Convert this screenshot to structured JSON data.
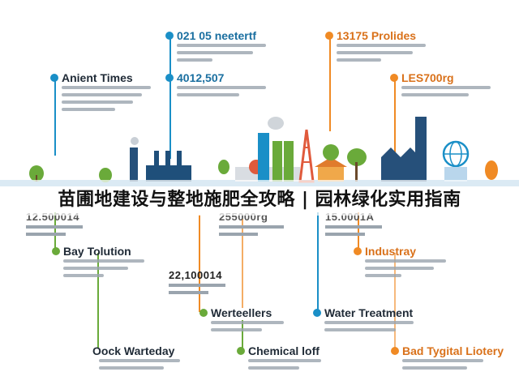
{
  "banner": {
    "title": "苗圃地建设与整地施肥全攻略 | 园林绿化实用指南"
  },
  "colors": {
    "blue": "#1a8fc7",
    "orange": "#f08a24",
    "green": "#6aaa3a",
    "navy": "#26507a"
  },
  "timeline": {
    "top_left": {
      "title": "Anient Times"
    },
    "top_center_1": {
      "title": "021 05 neetertf"
    },
    "top_center_2": {
      "title": "4012,507"
    },
    "top_right_1": {
      "title": "13175 Prolides"
    },
    "top_right_2": {
      "title": "LES700rg"
    },
    "mid_left_num": "12.500014",
    "mid_center_num": "255000rg",
    "mid_right_num": "15.0001A",
    "bay": {
      "title": "Bay Tolution"
    },
    "industry": {
      "title": "Industray"
    },
    "center_num_2": "22,100014",
    "wer": {
      "title": "Werteellers"
    },
    "water": {
      "title": "Water Treatment"
    },
    "bock": {
      "title": "Oock Warteday"
    },
    "chemical": {
      "title": "Chemical loff"
    },
    "bad": {
      "title": "Bad Tygital Liotery"
    }
  }
}
